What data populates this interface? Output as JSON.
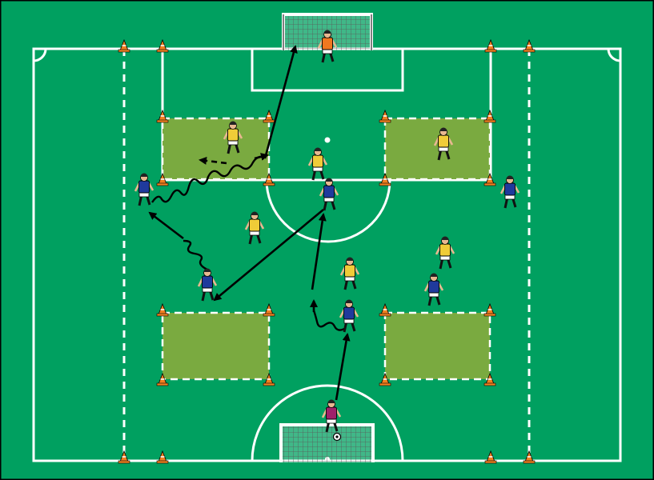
{
  "diagram": {
    "colors": {
      "pitch": "#00a060",
      "lines": "#ffffff",
      "zone_fill": "#7aaa40",
      "team_blue": "#1f3a9c",
      "team_yellow": "#f0cc38",
      "keeper_orange": "#f07820",
      "coach_magenta": "#a0206a",
      "cone": "#f08020"
    },
    "elements": {
      "goals": [
        "top-goal",
        "bottom-goal"
      ],
      "zones": 4,
      "cone_icon": "cone-icon",
      "player_icon": "player-icon",
      "ball_icon": "ball-icon"
    }
  }
}
